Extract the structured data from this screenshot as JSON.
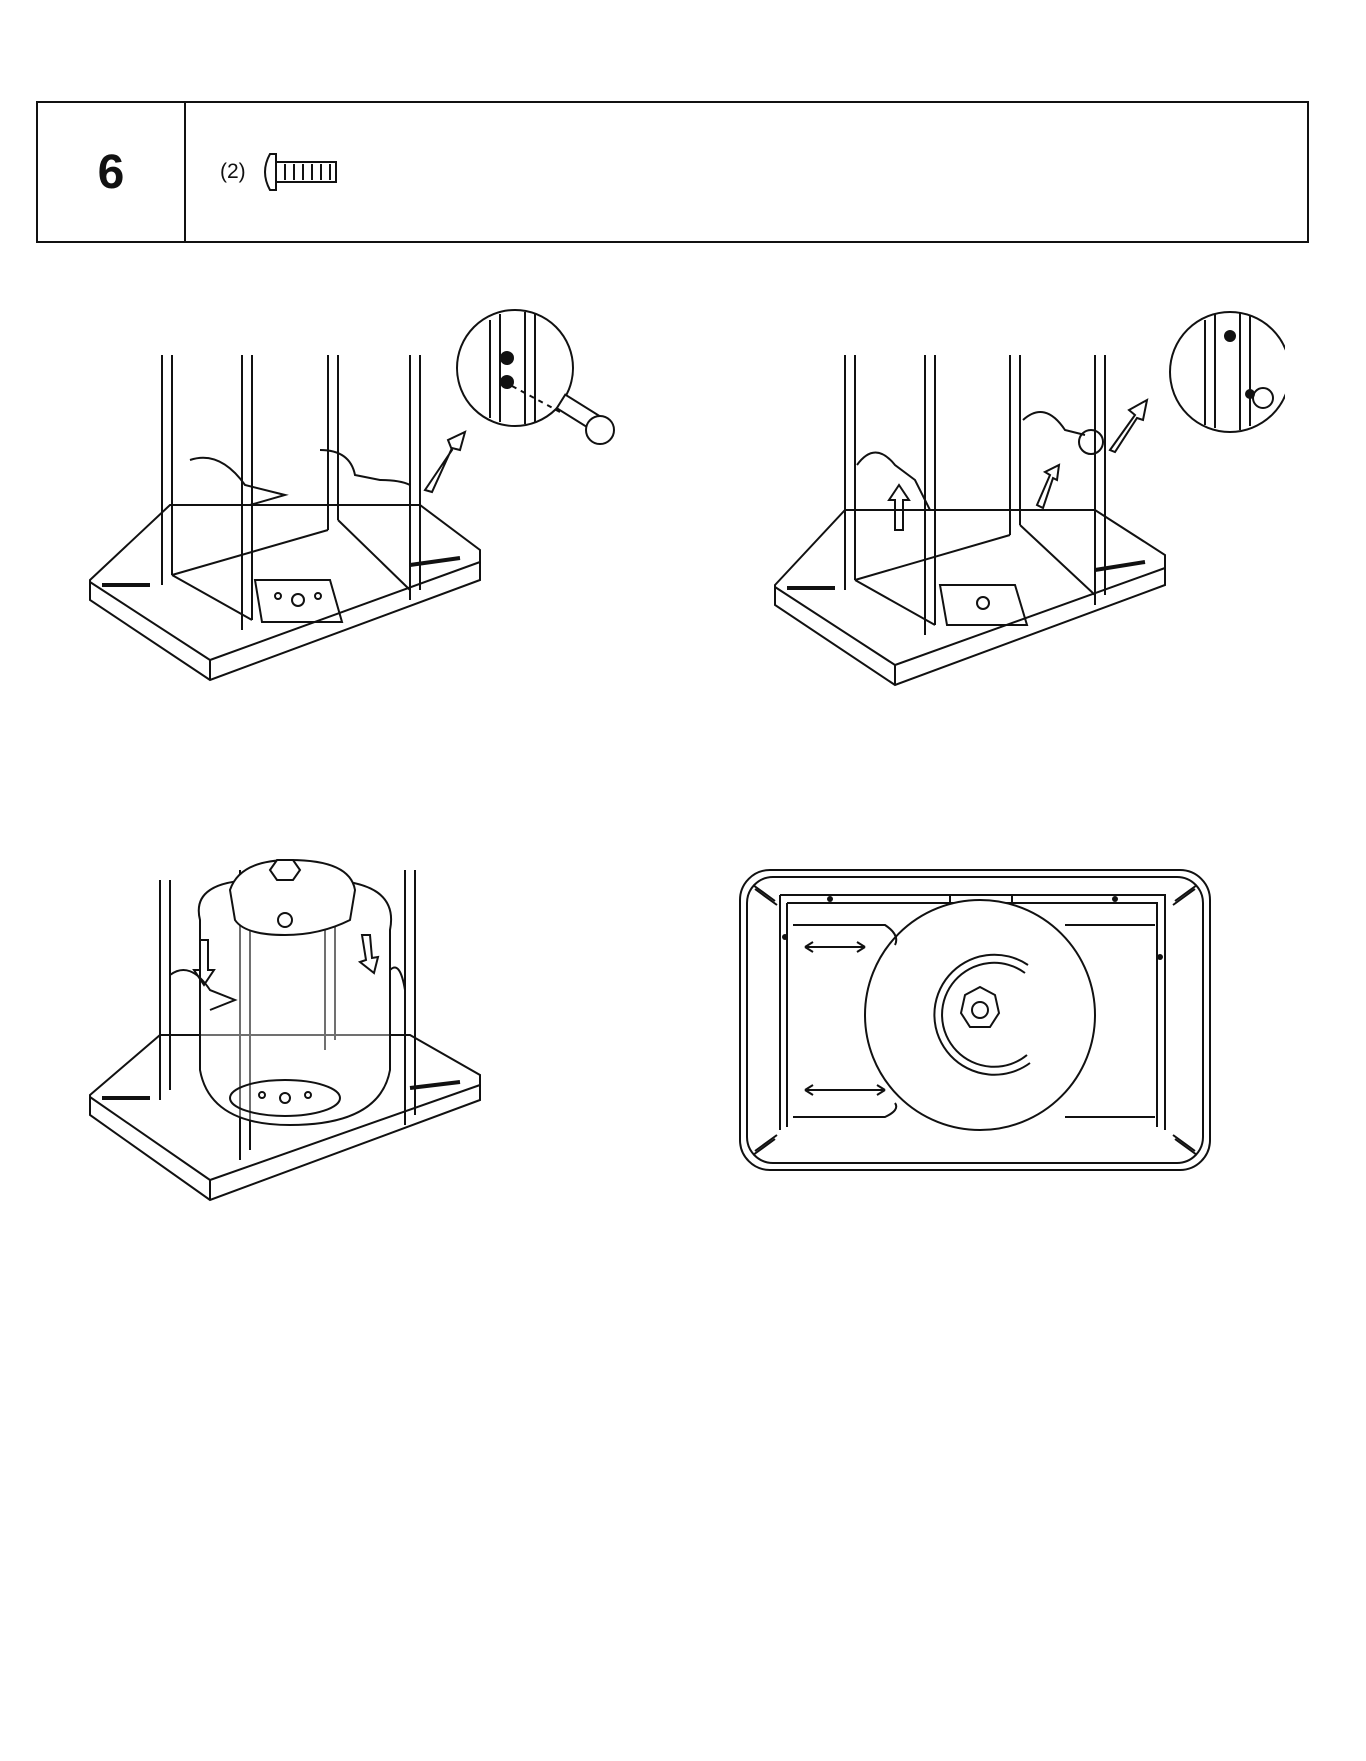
{
  "header": {
    "step_number": "6",
    "hardware_quantity": "(2)",
    "hardware_icon": "screw-icon"
  },
  "figures": [
    {
      "icon": "frame-screw-detail-illustration"
    },
    {
      "icon": "frame-hook-detail-illustration"
    },
    {
      "icon": "tank-placement-illustration"
    },
    {
      "icon": "tank-top-view-illustration"
    }
  ],
  "colors": {
    "line": "#111111",
    "background": "#ffffff"
  }
}
